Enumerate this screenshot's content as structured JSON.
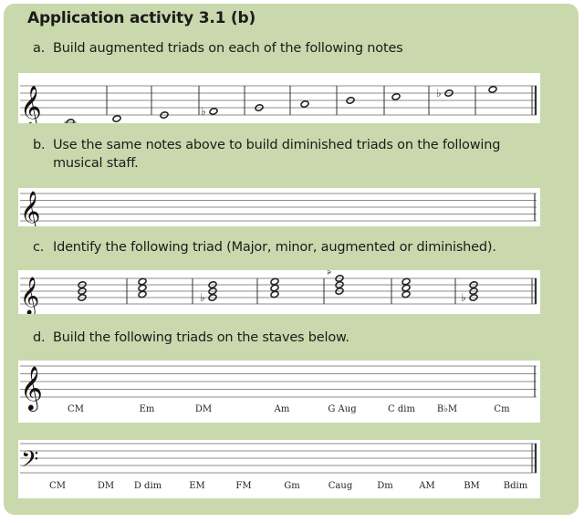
{
  "title": "Application activity 3.1 (b)",
  "questions": [
    {
      "letter": "a.",
      "text": "Build augmented triads on each of the following notes"
    },
    {
      "letter": "b.",
      "text": "Use the same notes above to build diminished triads on the following",
      "text2": "musical staff."
    },
    {
      "letter": "c.",
      "text": "Identify the following triad (Major, minor, augmented or diminished)."
    },
    {
      "letter": "d.",
      "text": "Build the following triads on the staves below."
    }
  ],
  "staff_a_accidentals": [
    "",
    "",
    "",
    "♭",
    "",
    "",
    "",
    "",
    "♭",
    ""
  ],
  "staff_c_accidentals": [
    "",
    "",
    "♭",
    "",
    "♯",
    "",
    "♭"
  ],
  "treble_labels": [
    "CM",
    "Em",
    "DM",
    "Am",
    "G Aug",
    "C dim",
    "B♭M",
    "Cm"
  ],
  "bass_labels": [
    "CM",
    "DM",
    "D dim",
    "EM",
    "FM",
    "Gm",
    "Caug",
    "Dm",
    "AM",
    "BM",
    "Bdim"
  ]
}
